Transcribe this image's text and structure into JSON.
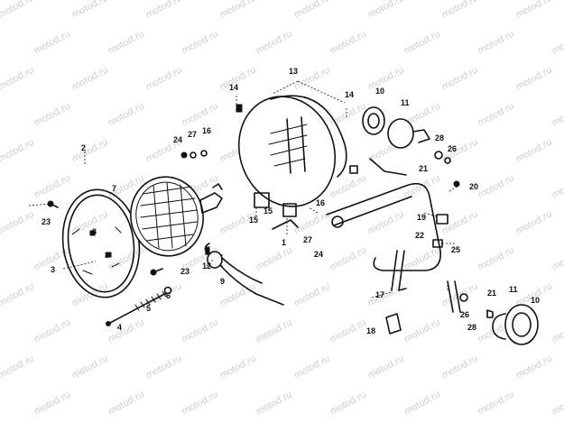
{
  "watermark": "motod.ru",
  "labels": {
    "p1": "1",
    "p2": "2",
    "p3": "3",
    "p4": "4",
    "p5": "5",
    "p6": "6",
    "p7": "7",
    "p8a": "8",
    "p8b": "8",
    "p9": "9",
    "p10a": "10",
    "p10b": "10",
    "p11a": "11",
    "p11b": "11",
    "p12": "12",
    "p13": "13",
    "p14a": "14",
    "p14b": "14",
    "p15a": "15",
    "p15b": "15",
    "p16a": "16",
    "p16b": "16",
    "p17": "17",
    "p18": "18",
    "p19": "19",
    "p20": "20",
    "p21a": "21",
    "p21b": "21",
    "p22": "22",
    "p23a": "23",
    "p23b": "23",
    "p24a": "24",
    "p24b": "24",
    "p25": "25",
    "p26a": "26",
    "p26b": "26",
    "p27a": "27",
    "p27b": "27",
    "p28a": "28",
    "p28b": "28"
  }
}
